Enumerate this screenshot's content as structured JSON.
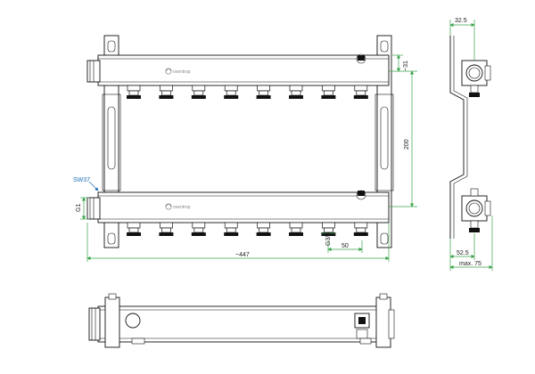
{
  "front_view": {
    "brand_label_top": "oventrop",
    "brand_label_bottom": "oventrop",
    "outlet_count": 8,
    "dims": {
      "top_offset": "~31",
      "height": "200",
      "outlet_pitch": "50",
      "outlet_thread": "G3/4",
      "total_length": "~447",
      "inlet_thread": "G1",
      "wrench_size": "SW37"
    }
  },
  "side_view": {
    "dims": {
      "top_depth": "32.5",
      "bottom_depth": "52.5",
      "max_depth": "max. 75"
    }
  },
  "colors": {
    "outline": "#111111",
    "dimension_green": "#3aa34a",
    "callout_blue": "#1f6fb8"
  }
}
